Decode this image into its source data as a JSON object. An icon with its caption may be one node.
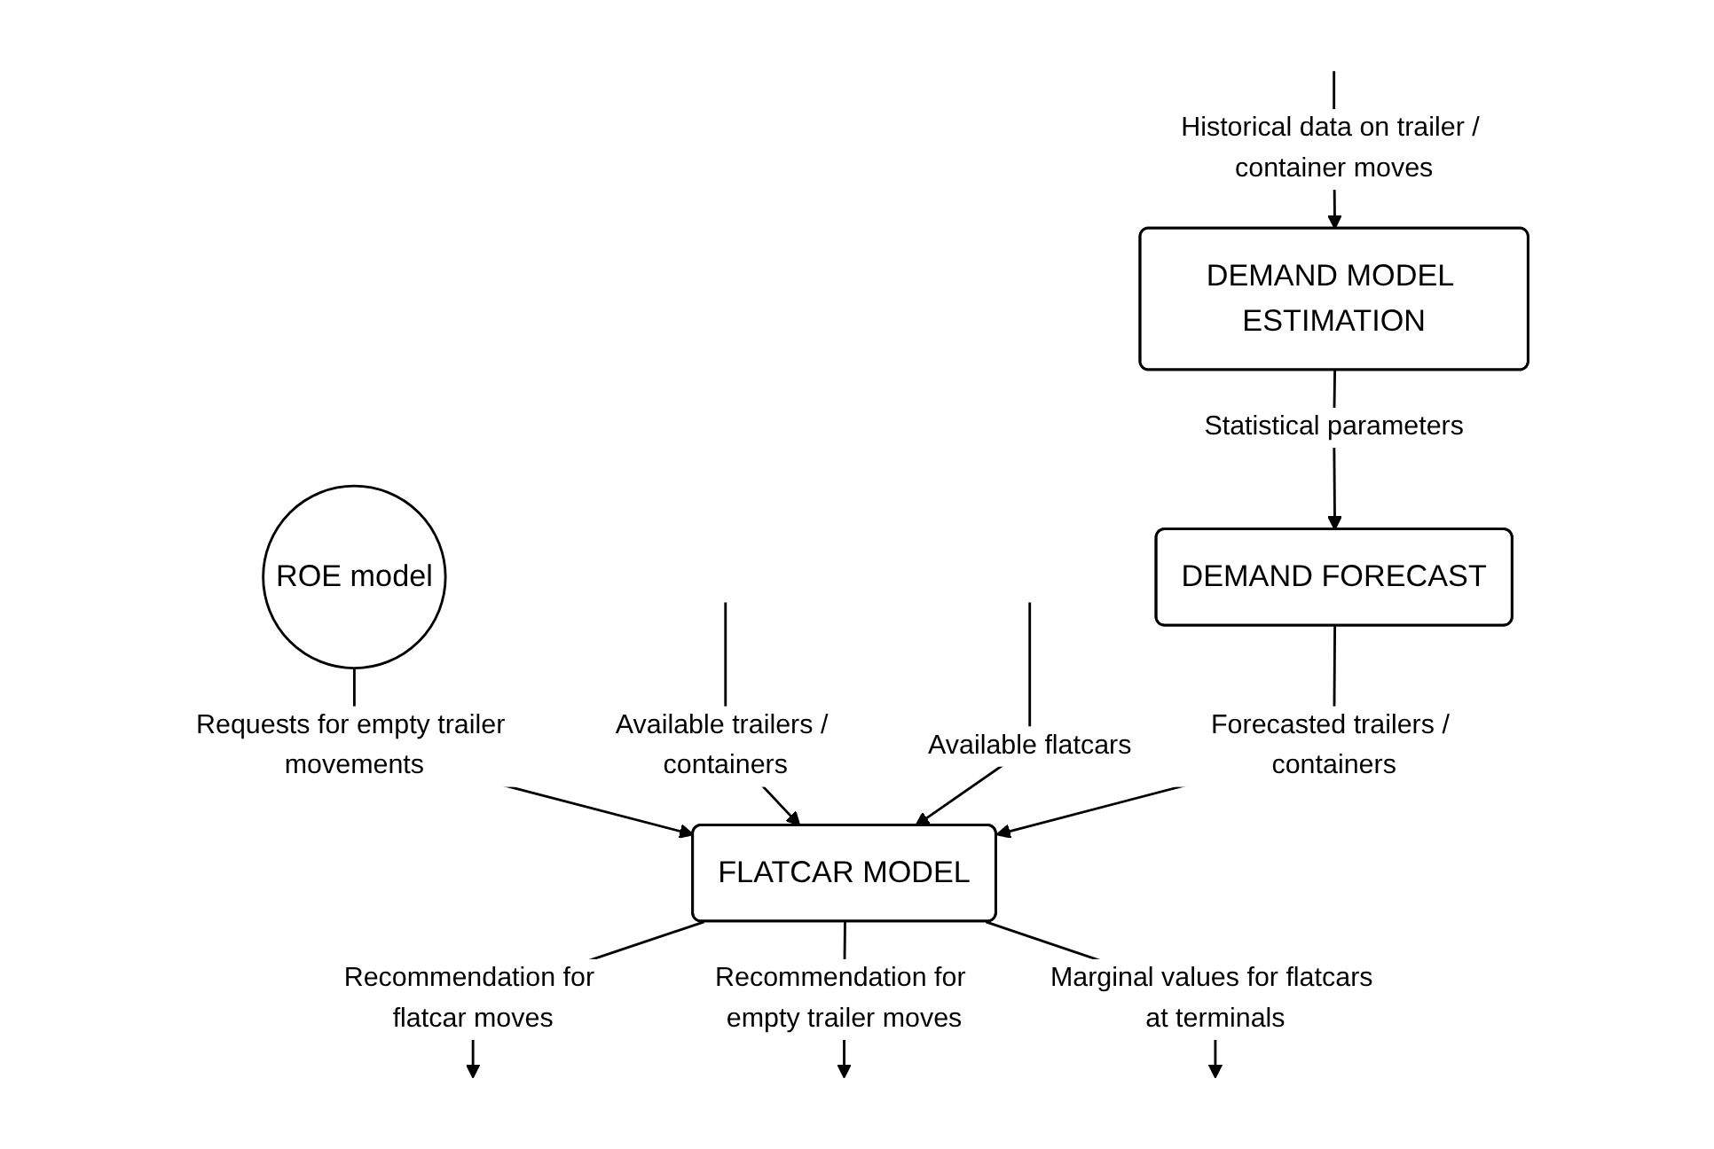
{
  "diagram": {
    "nodes": [
      {
        "text": [
          "DEMAND MODEL ESTIMATION"
        ]
      },
      {
        "text": [
          "DEMAND FORECAST"
        ]
      },
      {
        "text": [
          "ROE model"
        ]
      },
      {
        "text": [
          "FLATCAR MODEL"
        ]
      }
    ],
    "edges": [
      {
        "from": null,
        "to": 0,
        "arrow": "to",
        "label": "Historical data on trailer / container moves"
      },
      {
        "from": 0,
        "to": 1,
        "arrow": "to",
        "label": "Statistical parameters"
      },
      {
        "from": 2,
        "to": 3,
        "arrow": "to",
        "label": "Requests for empty trailer movements"
      },
      {
        "from": null,
        "to": 3,
        "arrow": "to",
        "label": "Available trailers / containers"
      },
      {
        "from": null,
        "to": 3,
        "arrow": "to",
        "label": "Available flatcars"
      },
      {
        "from": 1,
        "to": 3,
        "arrow": "to",
        "label": "Forecasted trailers / containers"
      },
      {
        "from": 3,
        "to": null,
        "arrow": "to",
        "label": "Recommendation for flatcar moves"
      },
      {
        "from": 3,
        "to": null,
        "arrow": "to",
        "label": "Recommendation for empty trailer moves"
      },
      {
        "from": 3,
        "to": null,
        "arrow": "to",
        "label": "Marginal values for flatcars at terminals"
      }
    ]
  }
}
